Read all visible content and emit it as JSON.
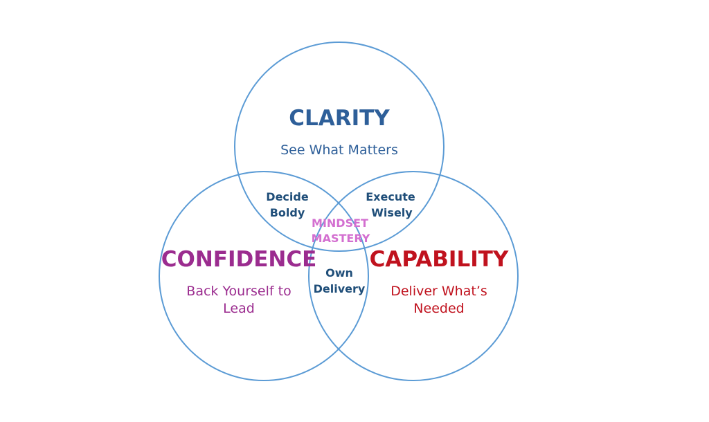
{
  "colors": {
    "circle_stroke": "#5b9bd5",
    "clarity": "#2e5f99",
    "confidence": "#9b2c8f",
    "capability": "#c0121e",
    "overlap": "#1f4e79",
    "center": "#d36fd0"
  },
  "clarity": {
    "title": "CLARITY",
    "subtitle": "See What Matters"
  },
  "confidence": {
    "title": "CONFIDENCE",
    "subtitle_line1": "Back Yourself to",
    "subtitle_line2": "Lead"
  },
  "capability": {
    "title": "CAPABILITY",
    "subtitle_line1": "Deliver What’s",
    "subtitle_line2": "Needed"
  },
  "overlaps": {
    "clarity_confidence": {
      "line1": "Decide",
      "line2": "Boldy"
    },
    "clarity_capability": {
      "line1": "Execute",
      "line2": "Wisely"
    },
    "confidence_capability": {
      "line1": "Own",
      "line2": "Delivery"
    }
  },
  "center": {
    "line1": "MINDSET",
    "line2": "MASTERY"
  }
}
